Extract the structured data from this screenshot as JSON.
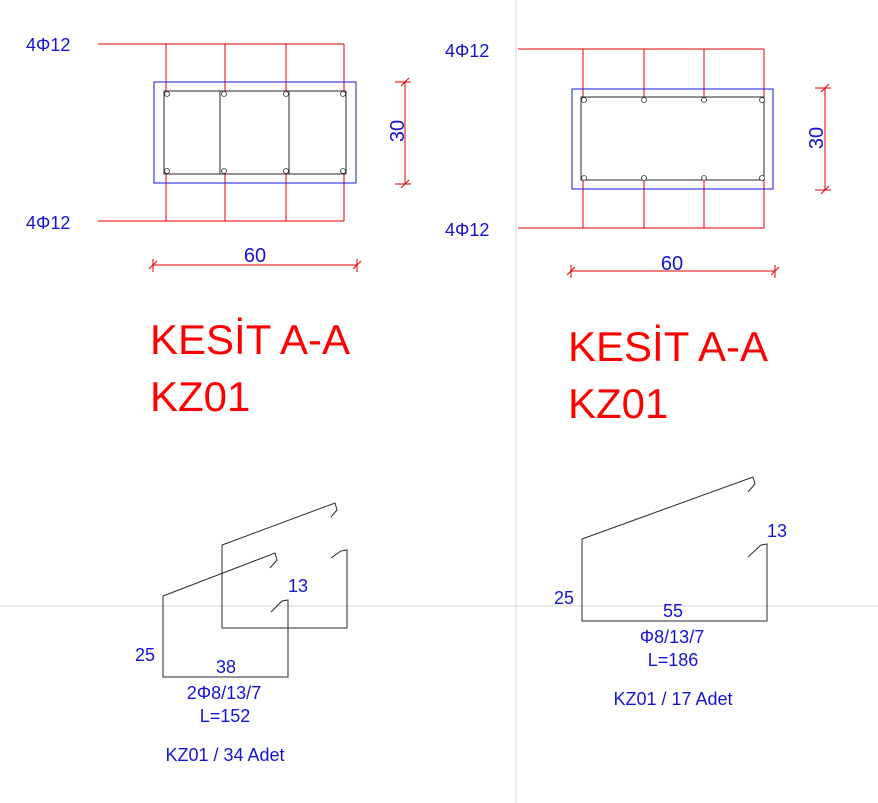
{
  "left": {
    "top_bar_label": "4Φ12",
    "bottom_bar_label": "4Φ12",
    "height_dim": "30",
    "width_dim": "60",
    "section_title": "KESİT A-A",
    "section_code": "KZ01",
    "stirrup_hook": "13",
    "stirrup_leg": "25",
    "stirrup_width": "38",
    "stirrup_spec": "2Φ8/13/7",
    "stirrup_length": "L=152",
    "count_label": "KZ01 / 34 Adet"
  },
  "right": {
    "top_bar_label": "4Φ12",
    "bottom_bar_label": "4Φ12",
    "height_dim": "30",
    "width_dim": "60",
    "section_title": "KESİT A-A",
    "section_code": "KZ01",
    "stirrup_hook": "13",
    "stirrup_leg": "25",
    "stirrup_width": "55",
    "stirrup_spec": "Φ8/13/7",
    "stirrup_length": "L=186",
    "count_label": "KZ01 / 17 Adet"
  },
  "colors": {
    "annotation": "#1414d8",
    "title": "#ff0000",
    "rebar": "#e00000",
    "stirrup": "#2a2a2a",
    "guide": "#d8d8d8"
  }
}
